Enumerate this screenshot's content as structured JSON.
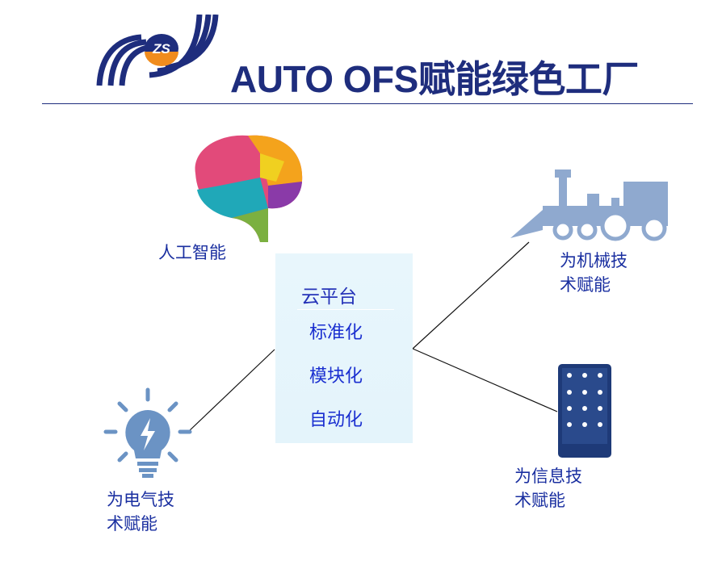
{
  "header": {
    "title": "AUTO OFS赋能绿色工厂",
    "logo_text": "ZS"
  },
  "center": {
    "title": "云平台",
    "items": [
      "标准化",
      "模块化",
      "自动化"
    ]
  },
  "nodes": {
    "ai": "人工智能",
    "mechanical": [
      "为机械技",
      "术赋能"
    ],
    "electrical": [
      "为电气技",
      "术赋能"
    ],
    "information": [
      "为信息技",
      "术赋能"
    ]
  },
  "colors": {
    "brand": "#1e2d7d",
    "text": "#1a2fa0",
    "icon": "#6b93c4"
  }
}
